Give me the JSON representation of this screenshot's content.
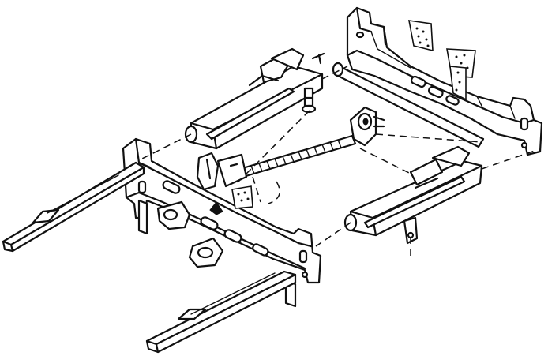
{
  "figure": {
    "description_visible_text": "",
    "colors": {
      "ink": "#111111",
      "paper": "#ffffff"
    },
    "parts": [
      {
        "id": "rear-cross-member"
      },
      {
        "id": "left-lower-arm"
      },
      {
        "id": "right-lower-arm"
      },
      {
        "id": "front-cross-member"
      },
      {
        "id": "drag-link-rod"
      },
      {
        "id": "bell-crank"
      },
      {
        "id": "left-front-rail"
      },
      {
        "id": "right-front-rail"
      }
    ]
  }
}
